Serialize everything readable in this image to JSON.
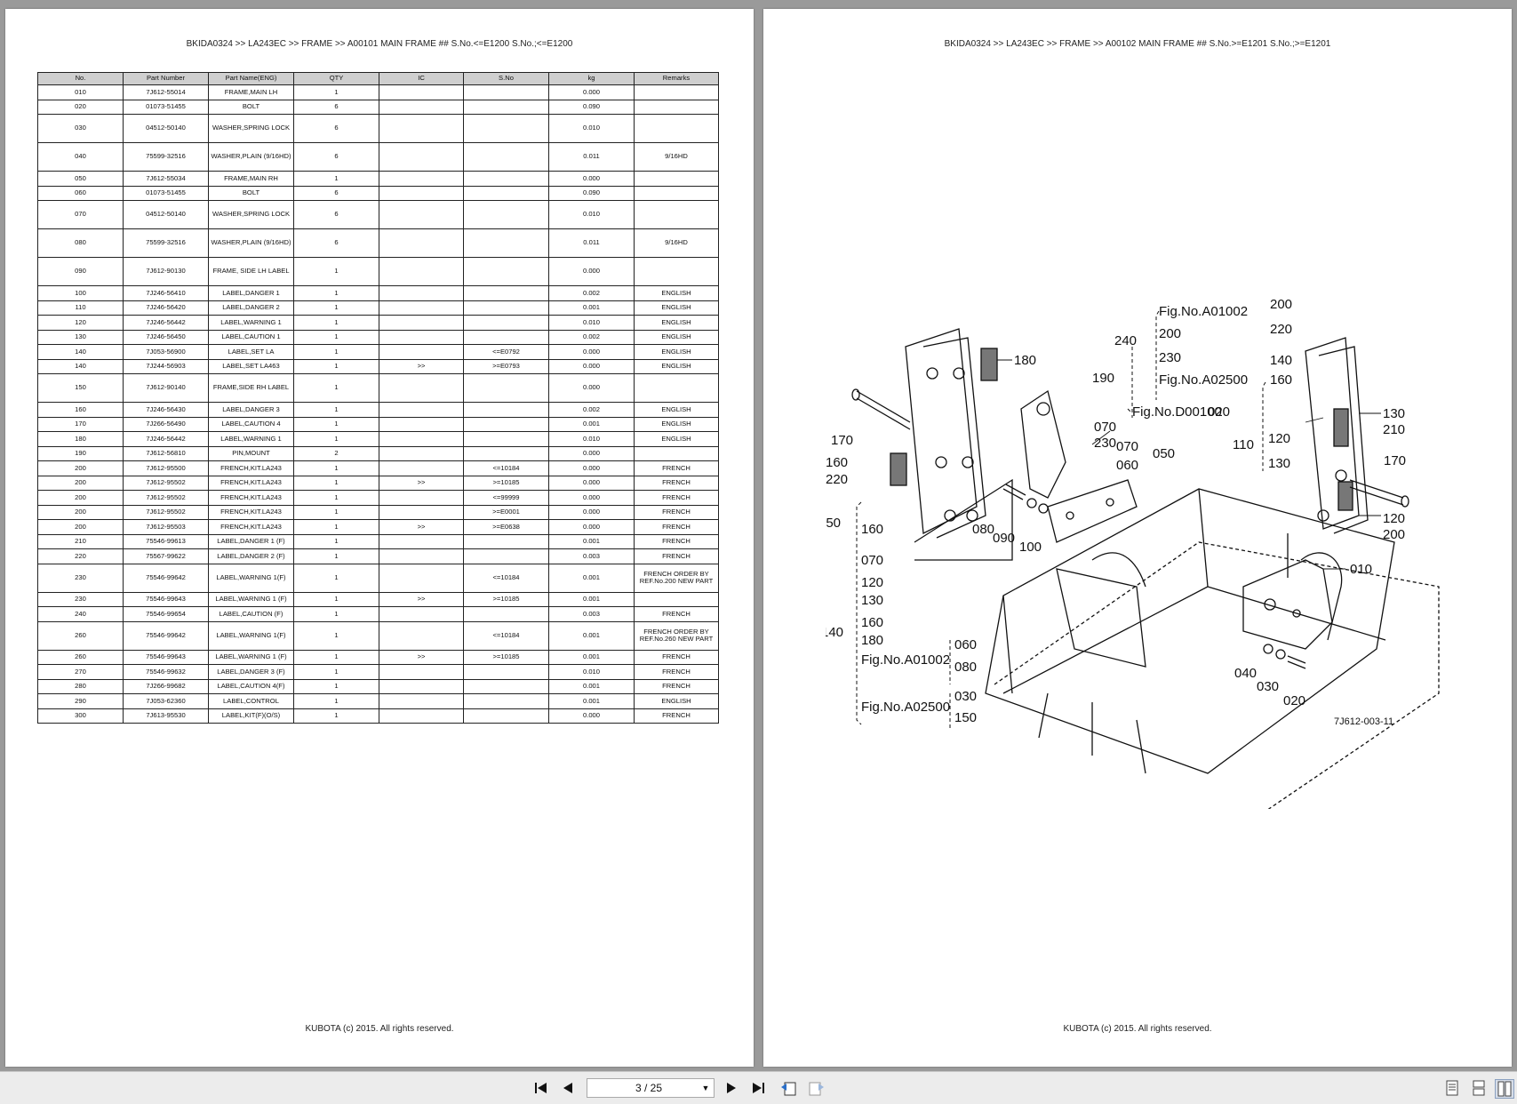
{
  "viewer": {
    "page_indicator": "3 / 25",
    "buttons": {
      "first_page": "first-page-icon",
      "prev_page": "prev-page-icon",
      "next_page": "next-page-icon",
      "last_page": "last-page-icon",
      "back_view": "back-view-icon",
      "forward_view": "forward-view-icon",
      "single_page": "single-page-view-icon",
      "continuous": "continuous-view-icon",
      "two_page": "two-page-view-icon"
    }
  },
  "left_page": {
    "header": "BKIDA0324 >> LA243EC >> FRAME >> A00101   MAIN FRAME ## S.No.<=E1200 S.No.;<=E1200",
    "footer": "KUBOTA (c) 2015. All rights reserved.",
    "table": {
      "columns": [
        "No.",
        "Part Number",
        "Part Name(ENG)",
        "QTY",
        "IC",
        "S.No",
        "kg",
        "Remarks"
      ],
      "rows": [
        {
          "no": "010",
          "part": "7J612-55014",
          "name": "FRAME,MAIN LH",
          "qty": "1",
          "ic": "",
          "sno": "",
          "kg": "0.000",
          "remarks": ""
        },
        {
          "no": "020",
          "part": "01073-51455",
          "name": "BOLT",
          "qty": "6",
          "ic": "",
          "sno": "",
          "kg": "0.090",
          "remarks": ""
        },
        {
          "no": "030",
          "part": "04512-50140",
          "name": "WASHER,SPRING LOCK",
          "qty": "6",
          "ic": "",
          "sno": "",
          "kg": "0.010",
          "remarks": "",
          "tall": true
        },
        {
          "no": "040",
          "part": "75599-32516",
          "name": "WASHER,PLAIN (9/16HD)",
          "qty": "6",
          "ic": "",
          "sno": "",
          "kg": "0.011",
          "remarks": "9/16HD",
          "tall": true
        },
        {
          "no": "050",
          "part": "7J612-55034",
          "name": "FRAME,MAIN RH",
          "qty": "1",
          "ic": "",
          "sno": "",
          "kg": "0.000",
          "remarks": ""
        },
        {
          "no": "060",
          "part": "01073-51455",
          "name": "BOLT",
          "qty": "6",
          "ic": "",
          "sno": "",
          "kg": "0.090",
          "remarks": ""
        },
        {
          "no": "070",
          "part": "04512-50140",
          "name": "WASHER,SPRING LOCK",
          "qty": "6",
          "ic": "",
          "sno": "",
          "kg": "0.010",
          "remarks": "",
          "tall": true
        },
        {
          "no": "080",
          "part": "75599-32516",
          "name": "WASHER,PLAIN (9/16HD)",
          "qty": "6",
          "ic": "",
          "sno": "",
          "kg": "0.011",
          "remarks": "9/16HD",
          "tall": true
        },
        {
          "no": "090",
          "part": "7J612-90130",
          "name": "FRAME, SIDE LH LABEL",
          "qty": "1",
          "ic": "",
          "sno": "",
          "kg": "0.000",
          "remarks": "",
          "tall": true
        },
        {
          "no": "100",
          "part": "7J246-56410",
          "name": "LABEL,DANGER 1",
          "qty": "1",
          "ic": "",
          "sno": "",
          "kg": "0.002",
          "remarks": "ENGLISH"
        },
        {
          "no": "110",
          "part": "7J246-56420",
          "name": "LABEL,DANGER 2",
          "qty": "1",
          "ic": "",
          "sno": "",
          "kg": "0.001",
          "remarks": "ENGLISH"
        },
        {
          "no": "120",
          "part": "7J246-56442",
          "name": "LABEL,WARNING 1",
          "qty": "1",
          "ic": "",
          "sno": "",
          "kg": "0.010",
          "remarks": "ENGLISH"
        },
        {
          "no": "130",
          "part": "7J246-56450",
          "name": "LABEL,CAUTION 1",
          "qty": "1",
          "ic": "",
          "sno": "",
          "kg": "0.002",
          "remarks": "ENGLISH"
        },
        {
          "no": "140",
          "part": "7J053-56900",
          "name": "LABEL,SET LA",
          "qty": "1",
          "ic": "",
          "sno": "<=E0792",
          "kg": "0.000",
          "remarks": "ENGLISH"
        },
        {
          "no": "140",
          "part": "7J244-56903",
          "name": "LABEL,SET LA463",
          "qty": "1",
          "ic": ">>",
          "sno": ">=E0793",
          "kg": "0.000",
          "remarks": "ENGLISH"
        },
        {
          "no": "150",
          "part": "7J612-90140",
          "name": "FRAME,SIDE RH LABEL",
          "qty": "1",
          "ic": "",
          "sno": "",
          "kg": "0.000",
          "remarks": "",
          "tall": true
        },
        {
          "no": "160",
          "part": "7J246-56430",
          "name": "LABEL,DANGER 3",
          "qty": "1",
          "ic": "",
          "sno": "",
          "kg": "0.002",
          "remarks": "ENGLISH"
        },
        {
          "no": "170",
          "part": "7J266-56490",
          "name": "LABEL,CAUTION 4",
          "qty": "1",
          "ic": "",
          "sno": "",
          "kg": "0.001",
          "remarks": "ENGLISH"
        },
        {
          "no": "180",
          "part": "7J246-56442",
          "name": "LABEL,WARNING 1",
          "qty": "1",
          "ic": "",
          "sno": "",
          "kg": "0.010",
          "remarks": "ENGLISH"
        },
        {
          "no": "190",
          "part": "7J612-56810",
          "name": "PIN,MOUNT",
          "qty": "2",
          "ic": "",
          "sno": "",
          "kg": "0.000",
          "remarks": ""
        },
        {
          "no": "200",
          "part": "7J612-95500",
          "name": "FRENCH,KIT.LA243",
          "qty": "1",
          "ic": "",
          "sno": "<=10184",
          "kg": "0.000",
          "remarks": "FRENCH"
        },
        {
          "no": "200",
          "part": "7J612-95502",
          "name": "FRENCH,KIT.LA243",
          "qty": "1",
          "ic": ">>",
          "sno": ">=10185",
          "kg": "0.000",
          "remarks": "FRENCH"
        },
        {
          "no": "200",
          "part": "7J612-95502",
          "name": "FRENCH,KIT.LA243",
          "qty": "1",
          "ic": "",
          "sno": "<=99999",
          "kg": "0.000",
          "remarks": "FRENCH"
        },
        {
          "no": "200",
          "part": "7J612-95502",
          "name": "FRENCH,KIT.LA243",
          "qty": "1",
          "ic": "",
          "sno": ">=E0001",
          "kg": "0.000",
          "remarks": "FRENCH"
        },
        {
          "no": "200",
          "part": "7J612-95503",
          "name": "FRENCH,KIT.LA243",
          "qty": "1",
          "ic": ">>",
          "sno": ">=E0638",
          "kg": "0.000",
          "remarks": "FRENCH"
        },
        {
          "no": "210",
          "part": "75546-99613",
          "name": "LABEL,DANGER 1 (F)",
          "qty": "1",
          "ic": "",
          "sno": "",
          "kg": "0.001",
          "remarks": "FRENCH"
        },
        {
          "no": "220",
          "part": "75567-99622",
          "name": "LABEL,DANGER 2 (F)",
          "qty": "1",
          "ic": "",
          "sno": "",
          "kg": "0.003",
          "remarks": "FRENCH"
        },
        {
          "no": "230",
          "part": "75546-99642",
          "name": "LABEL,WARNING 1(F)",
          "qty": "1",
          "ic": "",
          "sno": "<=10184",
          "kg": "0.001",
          "remarks": "FRENCH ORDER BY REF.No.200 NEW PART",
          "tall": true
        },
        {
          "no": "230",
          "part": "75546-99643",
          "name": "LABEL,WARNING 1 (F)",
          "qty": "1",
          "ic": ">>",
          "sno": ">=10185",
          "kg": "0.001",
          "remarks": ""
        },
        {
          "no": "240",
          "part": "75546-99654",
          "name": "LABEL,CAUTION (F)",
          "qty": "1",
          "ic": "",
          "sno": "",
          "kg": "0.003",
          "remarks": "FRENCH"
        },
        {
          "no": "260",
          "part": "75546-99642",
          "name": "LABEL,WARNING 1(F)",
          "qty": "1",
          "ic": "",
          "sno": "<=10184",
          "kg": "0.001",
          "remarks": "FRENCH ORDER BY REF.No.260 NEW PART",
          "tall": true
        },
        {
          "no": "260",
          "part": "75546-99643",
          "name": "LABEL,WARNING 1 (F)",
          "qty": "1",
          "ic": ">>",
          "sno": ">=10185",
          "kg": "0.001",
          "remarks": "FRENCH"
        },
        {
          "no": "270",
          "part": "75546-99632",
          "name": "LABEL,DANGER 3 (F)",
          "qty": "1",
          "ic": "",
          "sno": "",
          "kg": "0.010",
          "remarks": "FRENCH"
        },
        {
          "no": "280",
          "part": "7J266-99682",
          "name": "LABEL,CAUTION 4(F)",
          "qty": "1",
          "ic": "",
          "sno": "",
          "kg": "0.001",
          "remarks": "FRENCH"
        },
        {
          "no": "290",
          "part": "7J053-62360",
          "name": "LABEL,CONTROL",
          "qty": "1",
          "ic": "",
          "sno": "",
          "kg": "0.001",
          "remarks": "ENGLISH"
        },
        {
          "no": "300",
          "part": "7J613-95530",
          "name": "LABEL,KIT(F)(O/S)",
          "qty": "1",
          "ic": "",
          "sno": "",
          "kg": "0.000",
          "remarks": "FRENCH"
        }
      ]
    }
  },
  "right_page": {
    "header": "BKIDA0324 >> LA243EC >> FRAME >> A00102   MAIN FRAME ## S.No.>=E1201 S.No.;>=E1201",
    "footer": "KUBOTA (c) 2015. All rights reserved.",
    "diagram": {
      "drawing_number": "7J612-003-11",
      "callouts": {
        "c010": "010",
        "c020": "020",
        "c030": "030",
        "c040": "040",
        "c050": "050",
        "c060": "060",
        "c070": "070",
        "c080": "080",
        "c090": "090",
        "c100": "100",
        "c110": "110",
        "c120": "120",
        "c130": "130",
        "c140": "140",
        "c150": "150",
        "c160": "160",
        "c170": "170",
        "c180": "180",
        "c190": "190",
        "c200": "200",
        "c210": "210",
        "c220": "220",
        "c230": "230",
        "c240": "240",
        "tilde": "~",
        "fig_a01002": "Fig.No.A01002",
        "fig_a02500": "Fig.No.A02500",
        "fig_d00100": "Fig.No.D00100"
      }
    }
  }
}
